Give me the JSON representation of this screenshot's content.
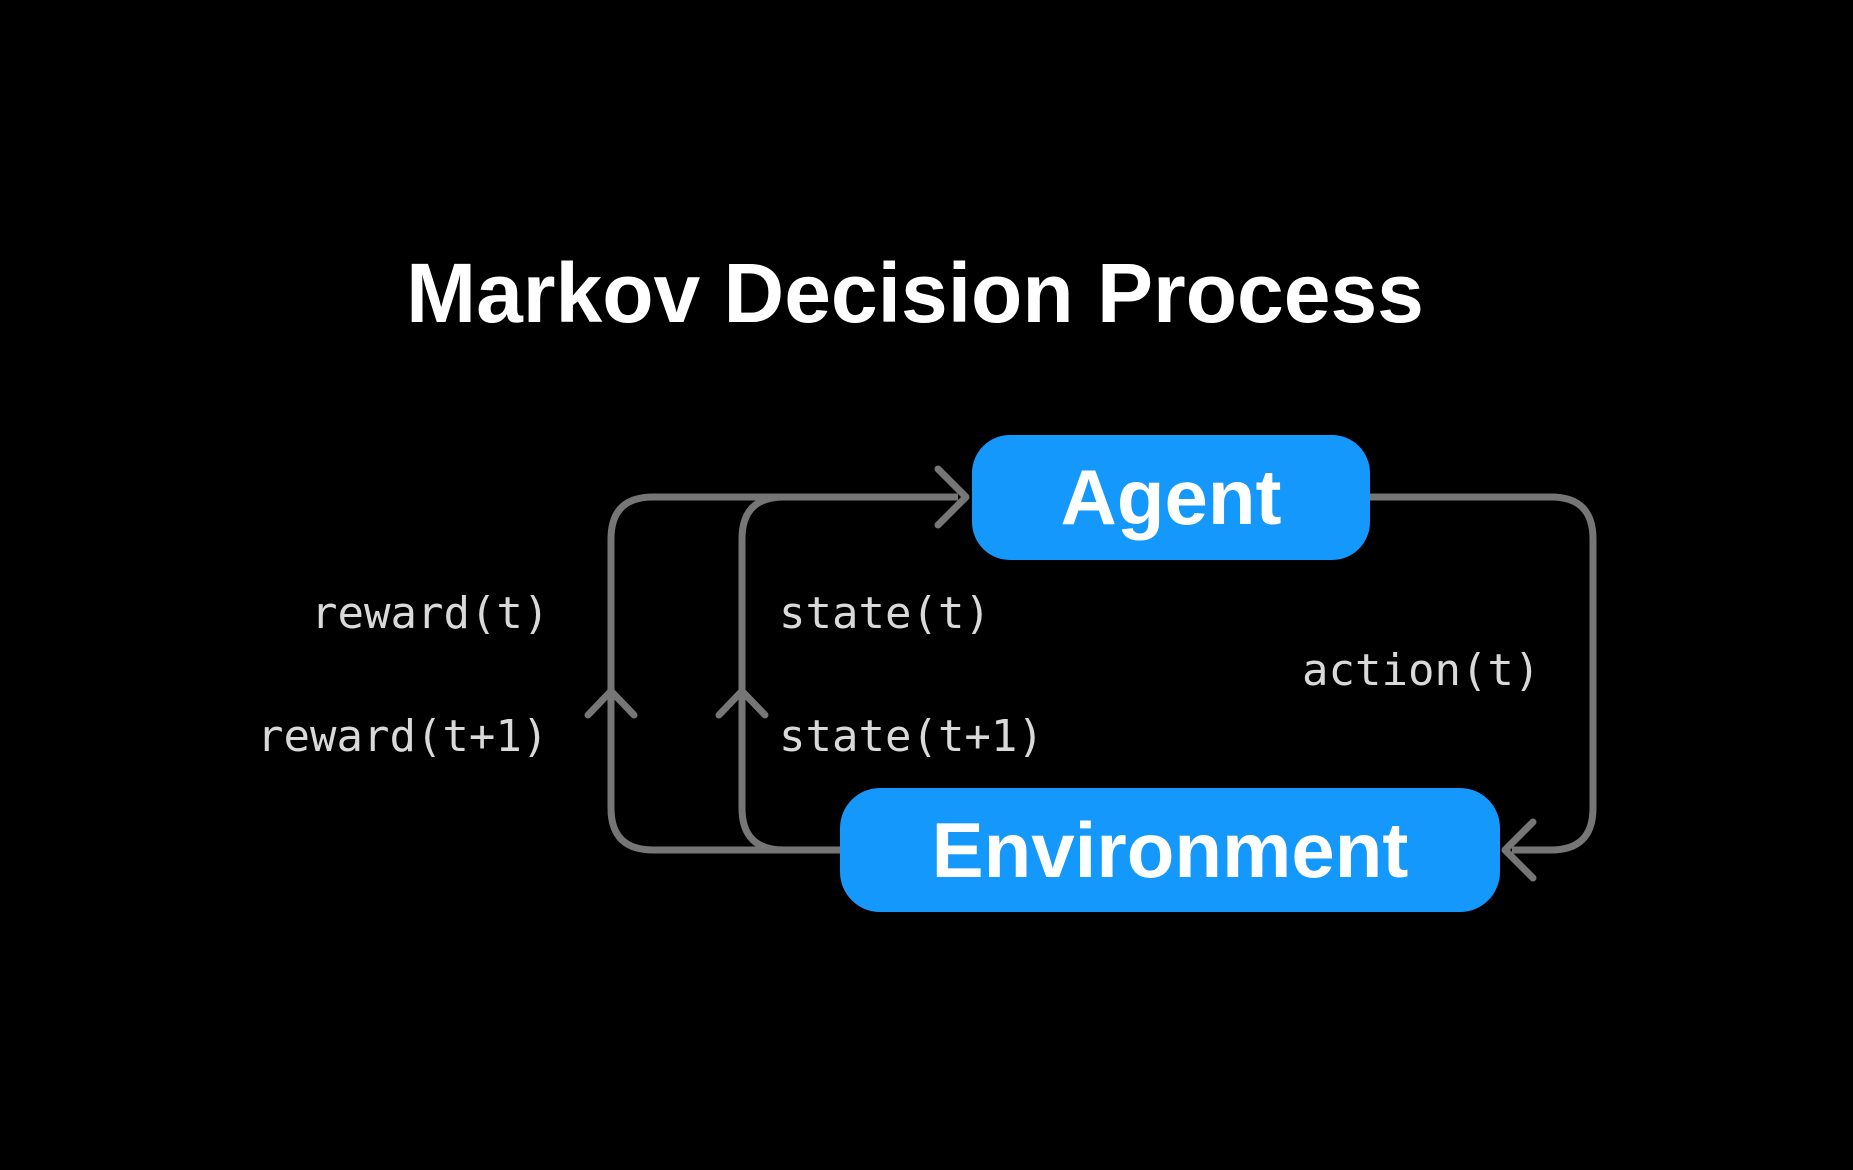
{
  "title": "Markov Decision Process",
  "colors": {
    "background": "#000000",
    "accent_blue": "#1598FB",
    "arrow_gray": "#767676",
    "label_gray": "#D9D9D9",
    "node_text": "#FFFFFF",
    "title_text": "#FFFFFF"
  },
  "nodes": [
    {
      "id": "agent",
      "label": "Agent"
    },
    {
      "id": "environment",
      "label": "Environment"
    }
  ],
  "edge_labels": {
    "reward_t": "reward(t)",
    "reward_t1": "reward(t+1)",
    "state_t": "state(t)",
    "state_t1": "state(t+1)",
    "action_t": "action(t)"
  }
}
